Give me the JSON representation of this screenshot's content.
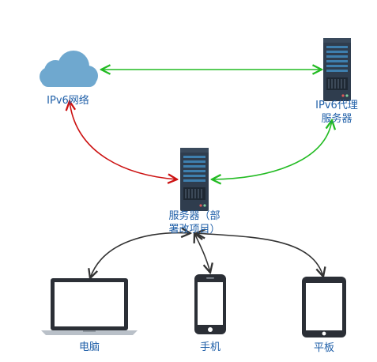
{
  "nodes": {
    "ipv6_network": {
      "label": "IPv6网络",
      "icon": "cloud-icon"
    },
    "ipv6_proxy": {
      "label_line1": "IPv6代理",
      "label_line2": "服务器",
      "icon": "server-icon"
    },
    "server": {
      "label_line1": "服务器（部",
      "label_line2": "署改项目）",
      "icon": "server-icon"
    },
    "computer": {
      "label": "电脑",
      "icon": "laptop-icon"
    },
    "phone": {
      "label": "手机",
      "icon": "phone-icon"
    },
    "tablet": {
      "label": "平板",
      "icon": "tablet-icon"
    }
  },
  "edges": [
    {
      "from": "ipv6_network",
      "to": "ipv6_proxy",
      "color": "#22bb22",
      "style": "bidirectional"
    },
    {
      "from": "ipv6_network",
      "to": "server",
      "color": "#cc1111",
      "style": "bidirectional"
    },
    {
      "from": "ipv6_proxy",
      "to": "server",
      "color": "#22bb22",
      "style": "bidirectional"
    },
    {
      "from": "server",
      "to": "computer",
      "color": "#333333",
      "style": "bidirectional"
    },
    {
      "from": "server",
      "to": "phone",
      "color": "#333333",
      "style": "bidirectional"
    },
    {
      "from": "server",
      "to": "tablet",
      "color": "#333333",
      "style": "bidirectional"
    }
  ],
  "colors": {
    "cloud": "#6fa8cf",
    "server_body": "#2f3d4e",
    "server_panel": "#3e7fae",
    "label_text": "#1f5fa8"
  }
}
